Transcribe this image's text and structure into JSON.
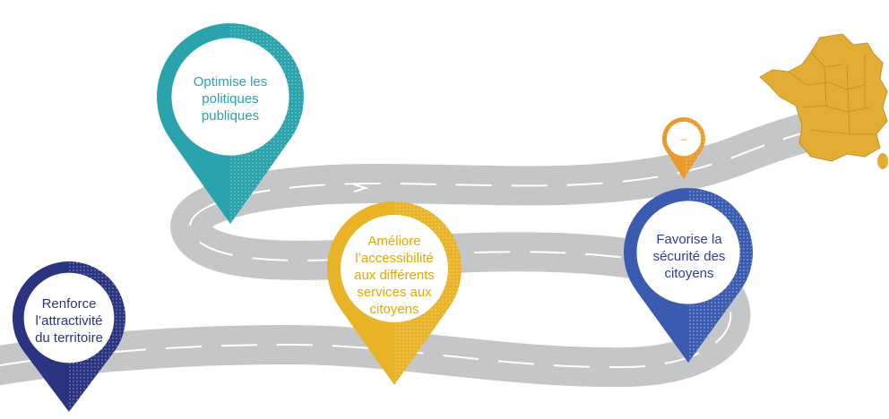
{
  "pins": [
    {
      "id": "renforce",
      "lines": [
        "Renforce",
        "l’attractivité",
        "du territoire"
      ],
      "color": "#2b3480",
      "text_color": "#2b3480"
    },
    {
      "id": "optimise",
      "lines": [
        "Optimise les",
        "politiques",
        "publiques"
      ],
      "color": "#2aa3ad",
      "text_color": "#2aa3ad"
    },
    {
      "id": "ameliore",
      "lines": [
        "Améliore",
        "l’accessibilité",
        "aux différents",
        "services aux",
        "citoyens"
      ],
      "color": "#e8b327",
      "text_color": "#e0a800"
    },
    {
      "id": "favorise",
      "lines": [
        "Favorise la",
        "sécurité des",
        "citoyens"
      ],
      "color": "#3a5bb0",
      "text_color": "#2c3f95"
    },
    {
      "id": "small",
      "lines": [
        "–"
      ],
      "color": "#e89a2a",
      "text_color": "#e89a2a"
    }
  ],
  "colors": {
    "road": "#c4c6c8",
    "road_line": "#ffffff",
    "map_fill": "#e2ad35",
    "map_stroke": "#c7912a"
  }
}
